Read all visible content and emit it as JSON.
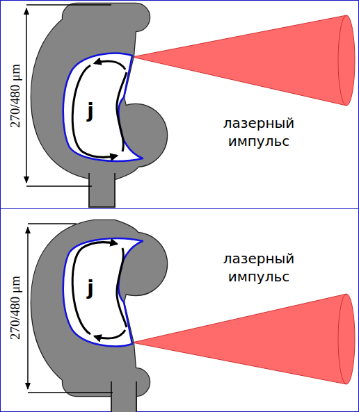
{
  "diagram": {
    "labels": [
      "270/480 μm",
      "j",
      "лазерный импульс",
      "270/480 μm",
      "j",
      "лазерный импульс"
    ]
  }
}
